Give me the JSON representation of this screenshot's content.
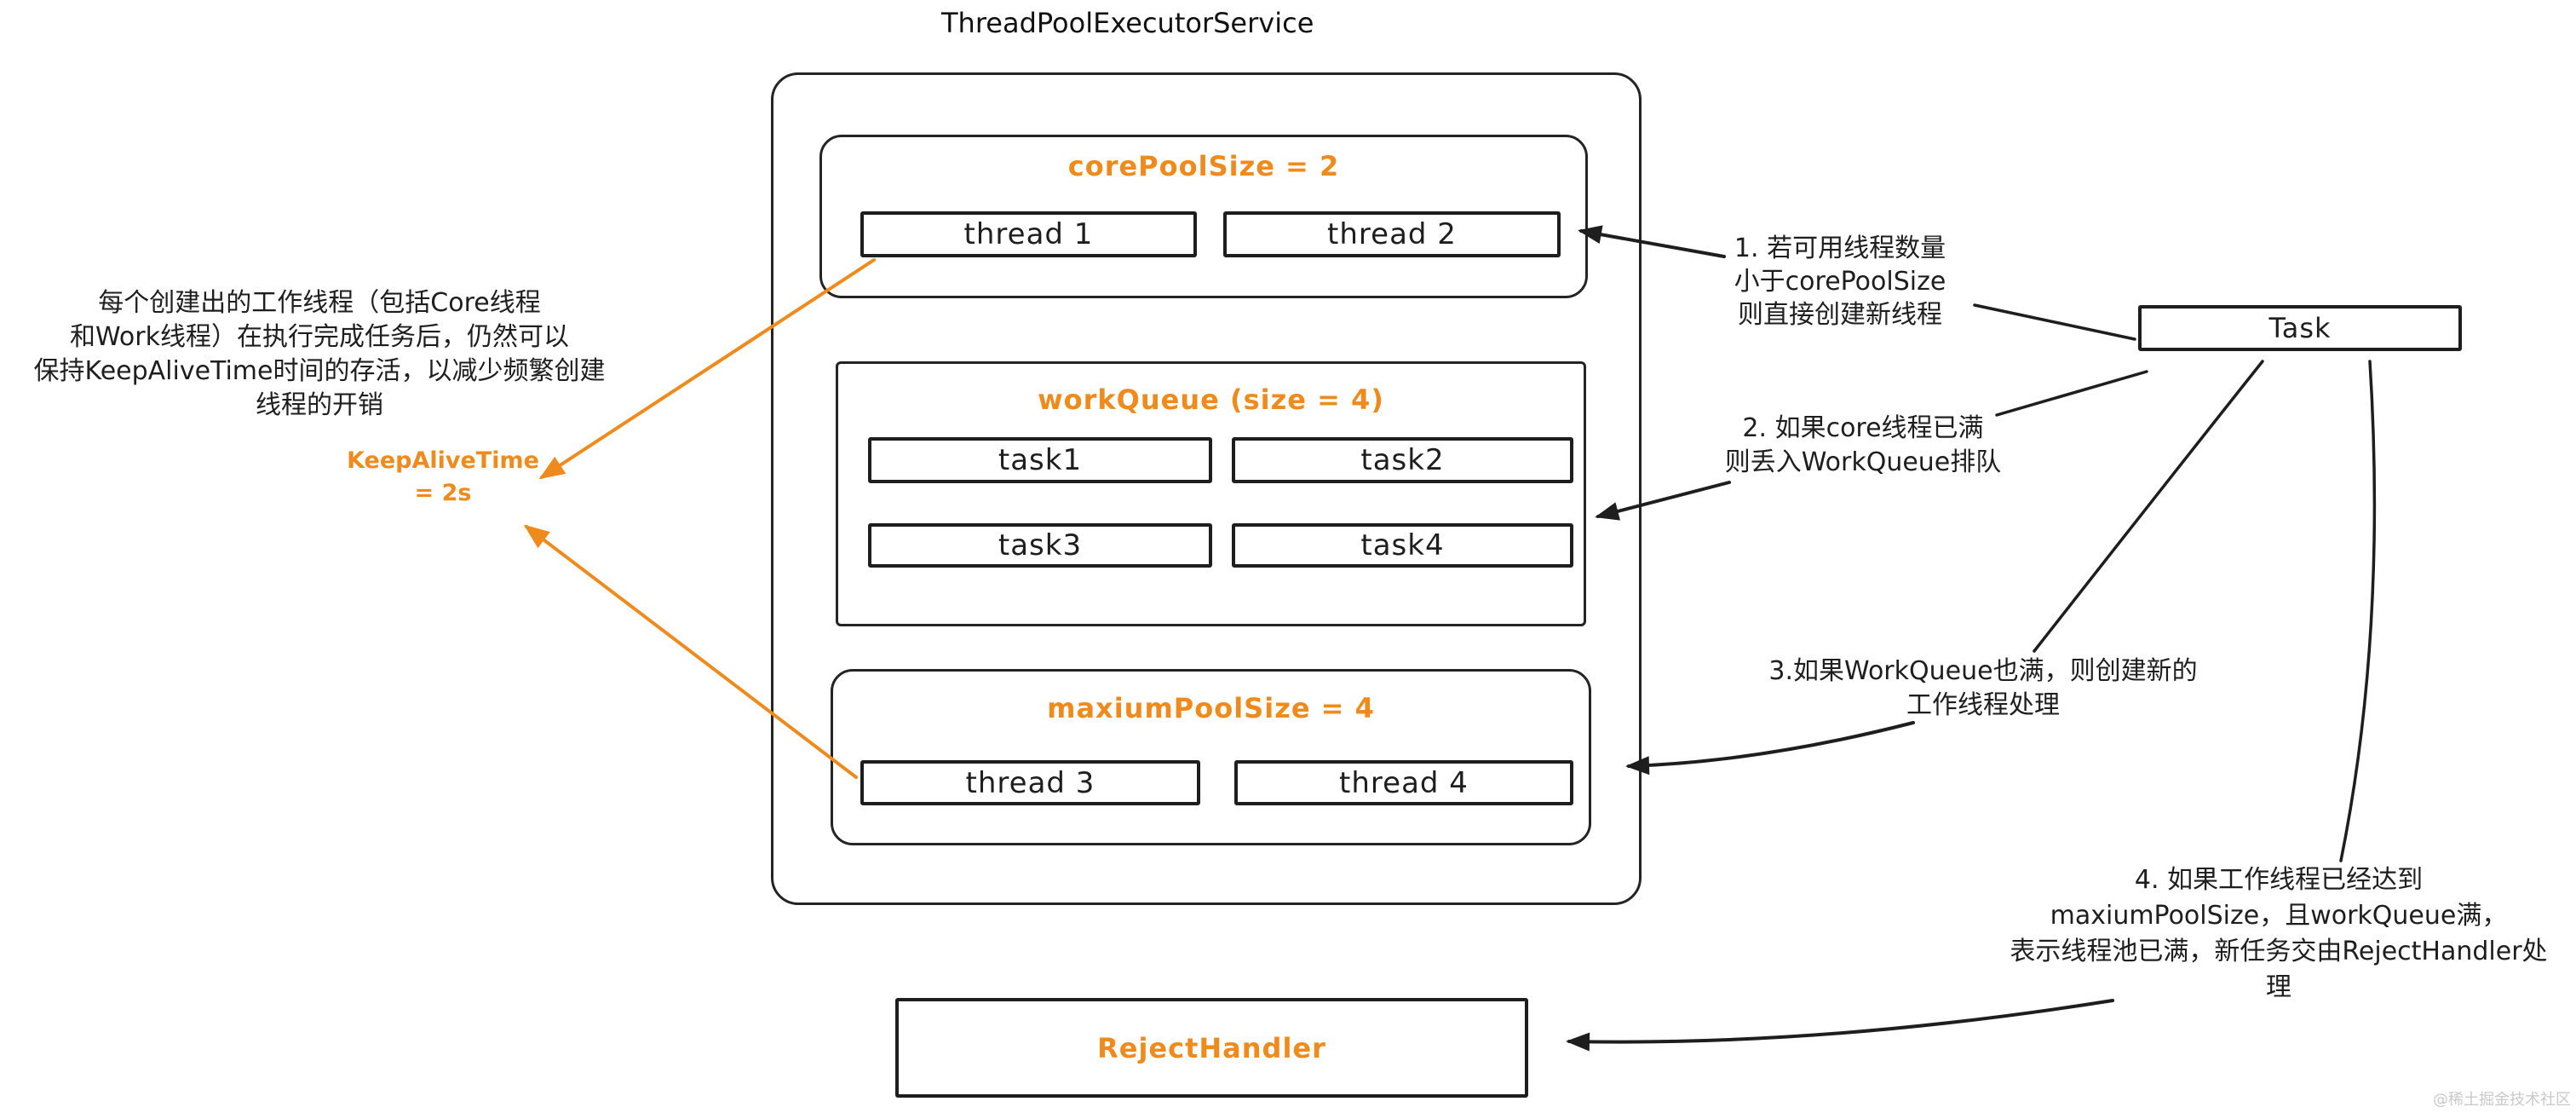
{
  "title": "ThreadPoolExecutorService",
  "colors": {
    "stroke": "#1e1e1e",
    "accent_orange": "#ef8b1d",
    "watermark_gray": "#c9c9c9"
  },
  "pool": {
    "core": {
      "label": "corePoolSize = 2",
      "threads": [
        "thread 1",
        "thread 2"
      ]
    },
    "workQueue": {
      "label": "workQueue (size = 4)",
      "tasks": [
        "task1",
        "task2",
        "task3",
        "task4"
      ]
    },
    "max": {
      "label": "maxiumPoolSize = 4",
      "threads": [
        "thread 3",
        "thread 4"
      ]
    }
  },
  "task_label": "Task",
  "reject_label": "RejectHandler",
  "keep_alive": {
    "line1": "KeepAliveTime",
    "line2": "= 2s"
  },
  "left_note": {
    "lines": [
      "每个创建出的工作线程（包括Core线程",
      "和Work线程）在执行完成任务后，仍然可以",
      "保持KeepAliveTime时间的存活，以减少频繁创建",
      "线程的开销"
    ]
  },
  "annotations": {
    "step1": {
      "lines": [
        "1. 若可用线程数量",
        "小于corePoolSize",
        "则直接创建新线程"
      ]
    },
    "step2": {
      "lines": [
        "2. 如果core线程已满",
        "则丢入WorkQueue排队"
      ]
    },
    "step3": {
      "lines": [
        "3.如果WorkQueue也满，则创建新的",
        "工作线程处理"
      ]
    },
    "step4": {
      "lines": [
        "4. 如果工作线程已经达到",
        "maxiumPoolSize，且workQueue满，",
        "表示线程池已满，新任务交由RejectHandler处",
        "理"
      ]
    }
  },
  "watermark": "@稀土掘金技术社区"
}
